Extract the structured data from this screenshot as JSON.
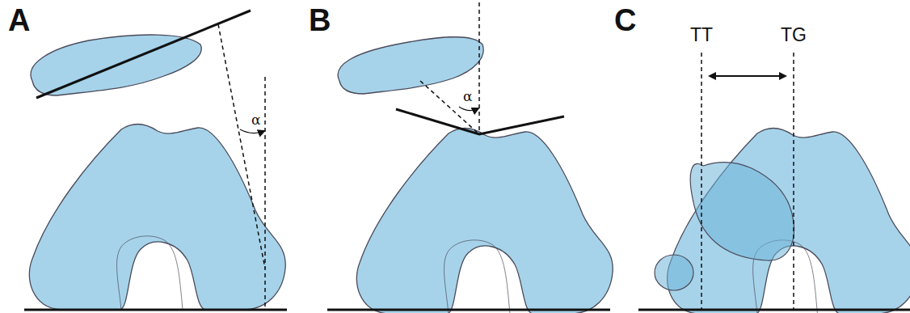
{
  "diagram": {
    "labels": [
      "A",
      "α",
      "B",
      "α",
      "C",
      "TT",
      "TG"
    ]
  }
}
